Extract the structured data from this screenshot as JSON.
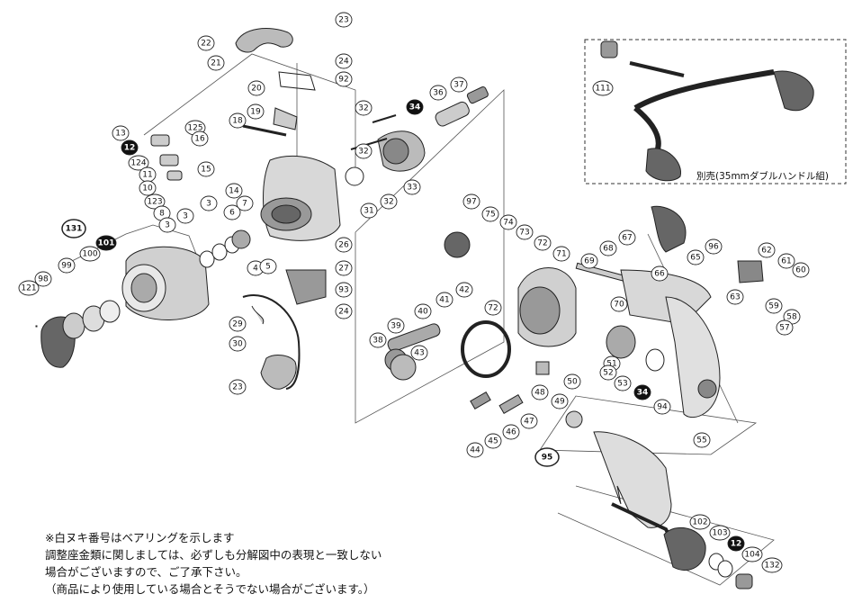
{
  "notes": [
    "※白ヌキ番号はベアリングを示します",
    "調整座金類に関しましては、必ずしも分解図中の表現と一致しない",
    "場合がございますので、ご了承下さい。",
    "（商品により使用している場合とそうでない場合がございます。）"
  ],
  "inset_caption": "別売(35mmダブルハンドル組)",
  "part_labels": [
    "23",
    "22",
    "21",
    "24",
    "92",
    "20",
    "19",
    "18",
    "125",
    "16",
    "13",
    "12",
    "124",
    "11",
    "10",
    "123",
    "8",
    "15",
    "14",
    "7",
    "3",
    "3",
    "3",
    "6",
    "4",
    "5",
    "29",
    "30",
    "23",
    "131",
    "101",
    "100",
    "99",
    "98",
    "121",
    "26",
    "27",
    "93",
    "24",
    "32",
    "34",
    "36",
    "37",
    "32",
    "31",
    "32",
    "33",
    "97",
    "75",
    "74",
    "73",
    "72",
    "71",
    "72",
    "41",
    "42",
    "40",
    "39",
    "38",
    "43",
    "48",
    "49",
    "50",
    "51",
    "44",
    "45",
    "46",
    "47",
    "68",
    "67",
    "69",
    "70",
    "96",
    "66",
    "65",
    "62",
    "61",
    "60",
    "63",
    "59",
    "58",
    "57",
    "52",
    "53",
    "34",
    "94",
    "55",
    "95",
    "102",
    "103",
    "12",
    "104",
    "132",
    "111"
  ],
  "bearing_labels": [
    "12",
    "34",
    "34",
    "101",
    "12"
  ],
  "colors": {
    "line": "#222222",
    "part_fill": "#d8d8d8",
    "dark_fill": "#555555",
    "bearing_fill": "#111111"
  }
}
